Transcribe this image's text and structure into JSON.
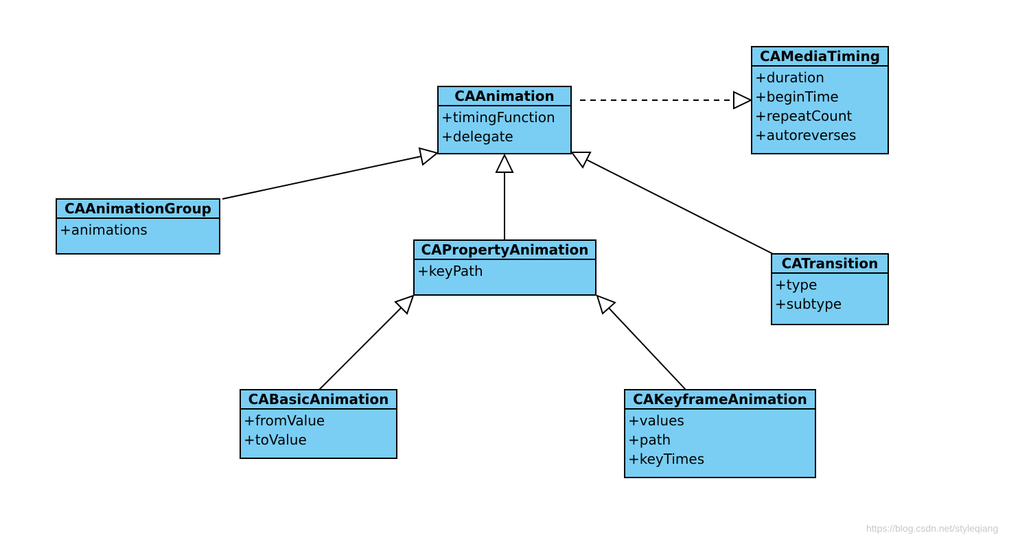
{
  "colors": {
    "class_fill": "#7acef4",
    "line": "#000000",
    "watermark": "#c8c8c8"
  },
  "classes": {
    "caanimation": {
      "name": "CAAnimation",
      "attributes": [
        "+timingFunction",
        "+delegate"
      ]
    },
    "camediatiming": {
      "name": "CAMediaTiming",
      "attributes": [
        "+duration",
        "+beginTime",
        "+repeatCount",
        "+autoreverses"
      ]
    },
    "caanimationgroup": {
      "name": "CAAnimationGroup",
      "attributes": [
        "+animations"
      ]
    },
    "capropertyanimation": {
      "name": "CAPropertyAnimation",
      "attributes": [
        "+keyPath"
      ]
    },
    "catransition": {
      "name": "CATransition",
      "attributes": [
        "+type",
        "+subtype"
      ]
    },
    "cabasicanimation": {
      "name": "CABasicAnimation",
      "attributes": [
        "+fromValue",
        "+toValue"
      ]
    },
    "cakeyframeanimation": {
      "name": "CAKeyframeAnimation",
      "attributes": [
        "+values",
        "+path",
        "+keyTimes"
      ]
    }
  },
  "relations": [
    {
      "type": "realization",
      "from": "caanimation",
      "to": "camediatiming"
    },
    {
      "type": "generalization",
      "from": "caanimationgroup",
      "to": "caanimation"
    },
    {
      "type": "generalization",
      "from": "capropertyanimation",
      "to": "caanimation"
    },
    {
      "type": "generalization",
      "from": "catransition",
      "to": "caanimation"
    },
    {
      "type": "generalization",
      "from": "cabasicanimation",
      "to": "capropertyanimation"
    },
    {
      "type": "generalization",
      "from": "cakeyframeanimation",
      "to": "capropertyanimation"
    }
  ],
  "watermark": "https://blog.csdn.net/styleqiang"
}
